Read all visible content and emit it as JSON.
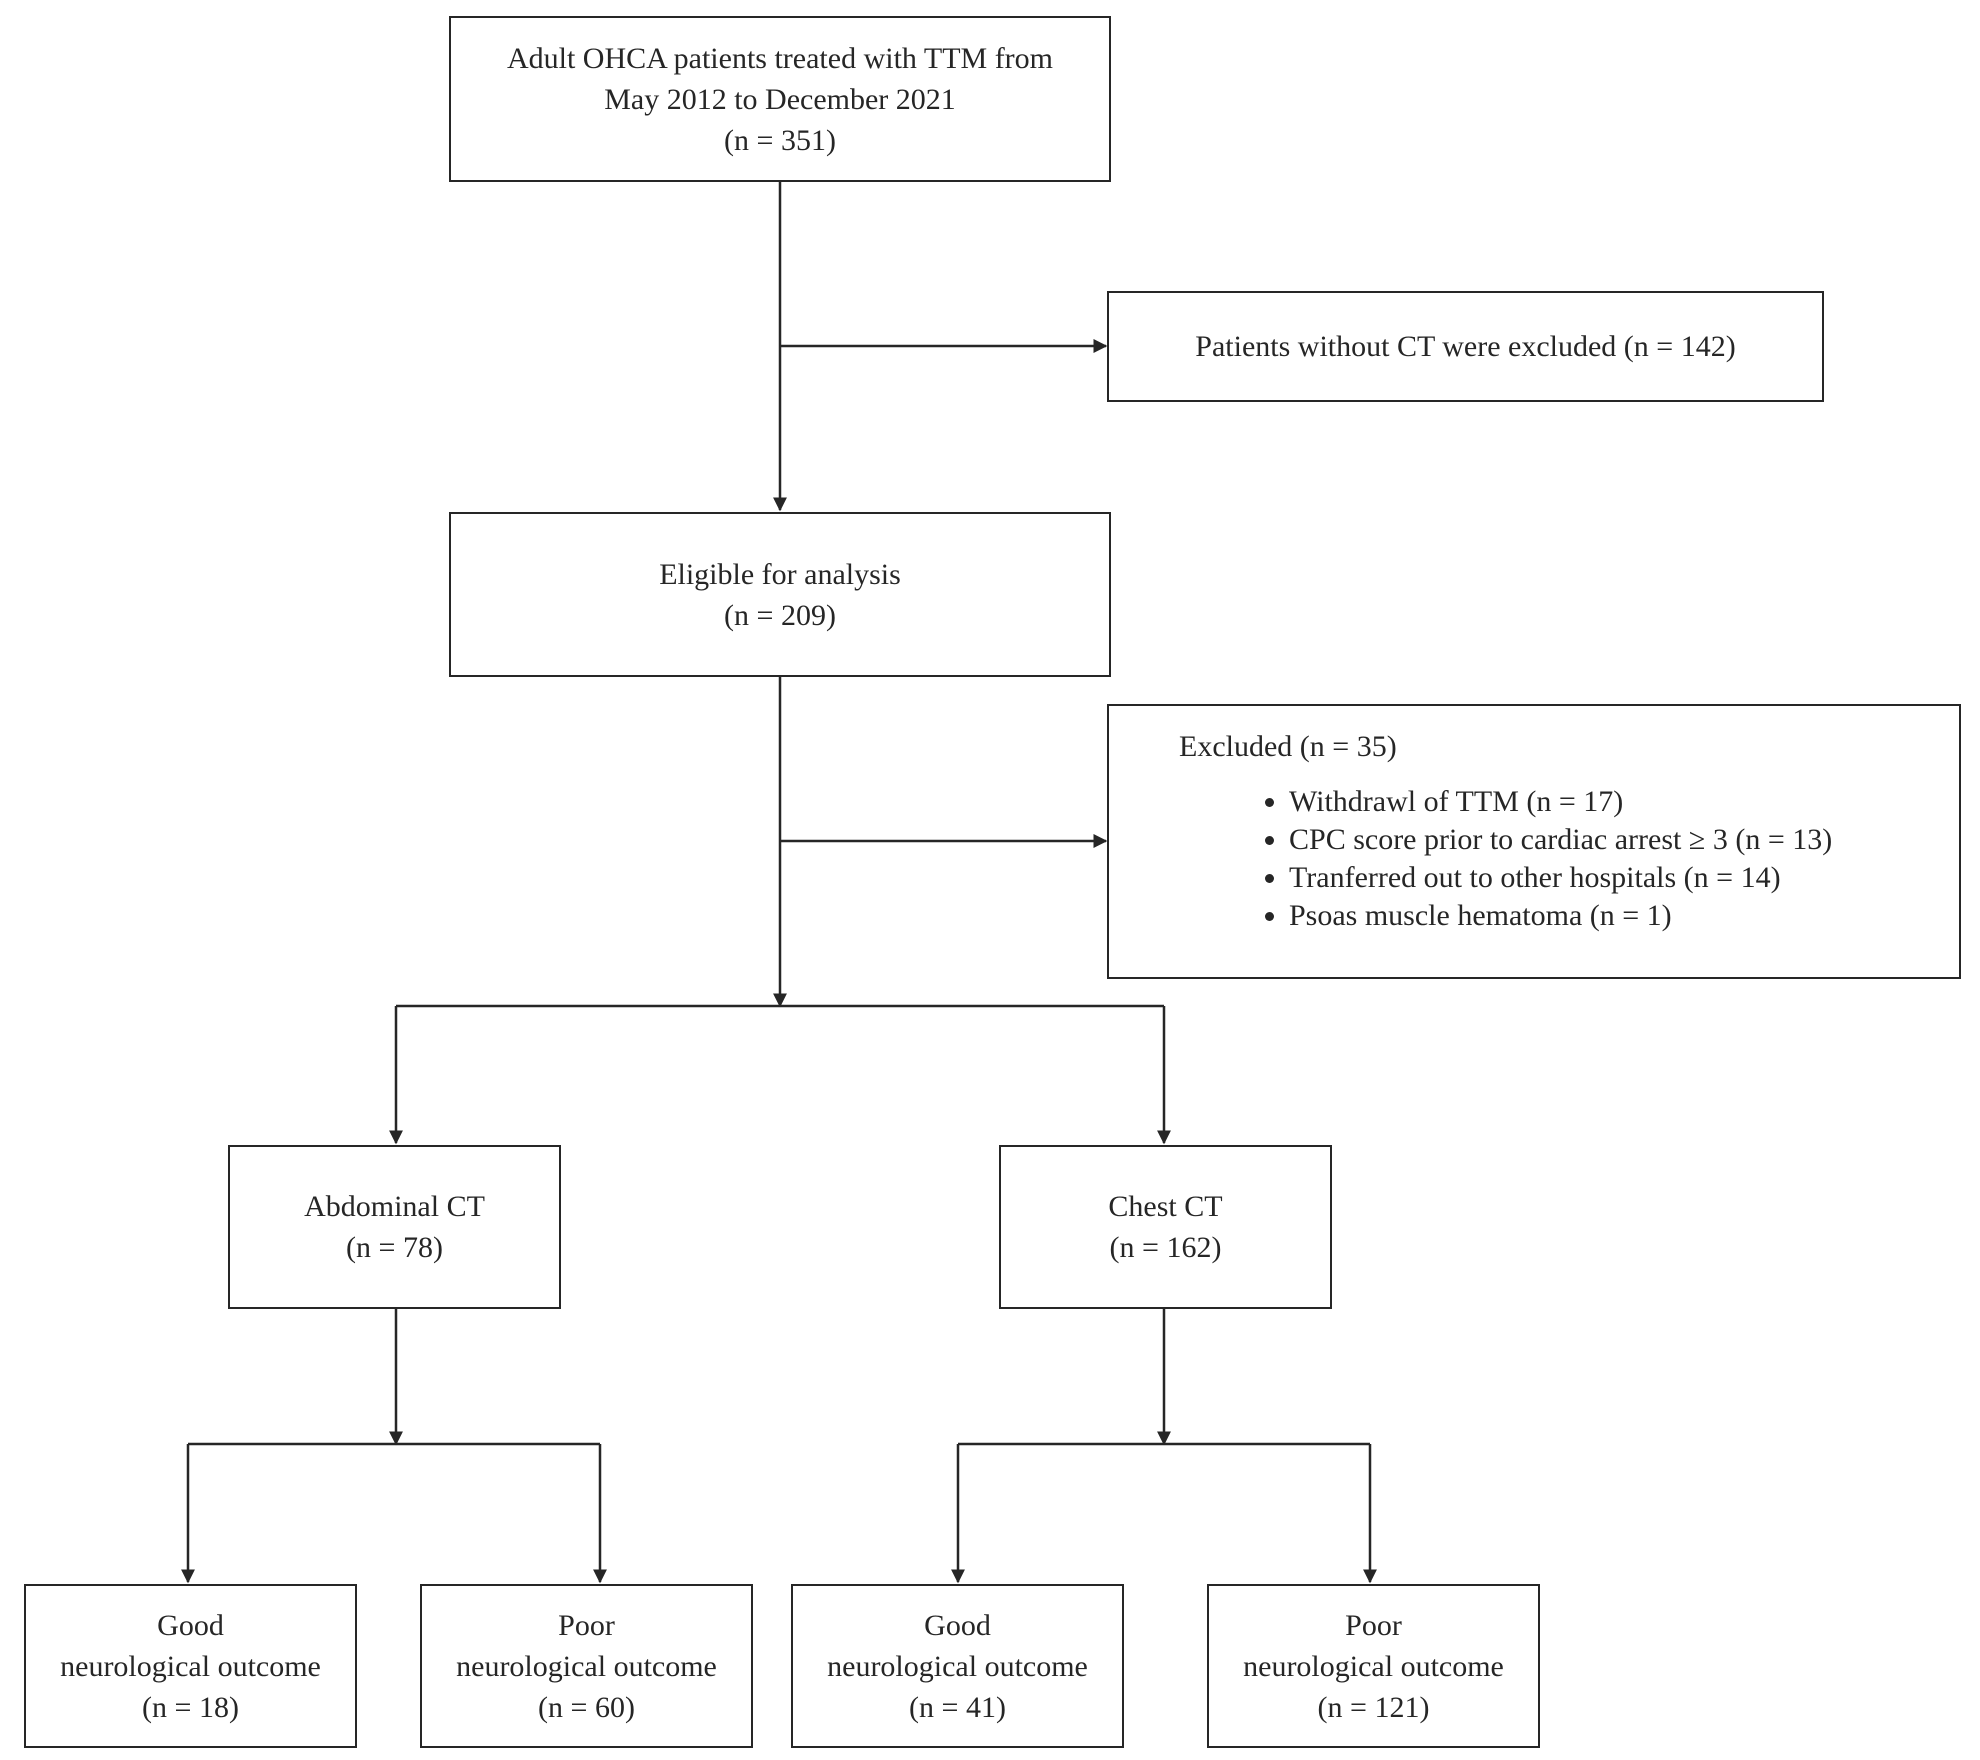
{
  "boxes": {
    "start": {
      "line1": "Adult OHCA patients treated with TTM from",
      "line2": "May 2012 to December 2021",
      "count": "(n = 351)"
    },
    "no_ct": {
      "text": "Patients without CT were excluded (n = 142)"
    },
    "eligible": {
      "line1": "Eligible for analysis",
      "count": "(n = 209)"
    },
    "excluded": {
      "title": "Excluded (n = 35)",
      "items": [
        "Withdrawl of TTM (n = 17)",
        "CPC score prior to cardiac arrest ≥ 3 (n = 13)",
        "Tranferred out to other hospitals (n = 14)",
        "Psoas muscle hematoma (n = 1)"
      ]
    },
    "abdominal": {
      "line1": "Abdominal CT",
      "count": "(n = 78)"
    },
    "chest": {
      "line1": "Chest CT",
      "count": "(n = 162)"
    },
    "abd_good": {
      "line1": "Good",
      "line2": "neurological outcome",
      "count": "(n = 18)"
    },
    "abd_poor": {
      "line1": "Poor",
      "line2": "neurological outcome",
      "count": "(n = 60)"
    },
    "chest_good": {
      "line1": "Good",
      "line2": "neurological outcome",
      "count": "(n = 41)"
    },
    "chest_poor": {
      "line1": "Poor",
      "line2": "neurological outcome",
      "count": "(n = 121)"
    }
  },
  "colors": {
    "stroke": "#262626",
    "background": "#ffffff"
  }
}
